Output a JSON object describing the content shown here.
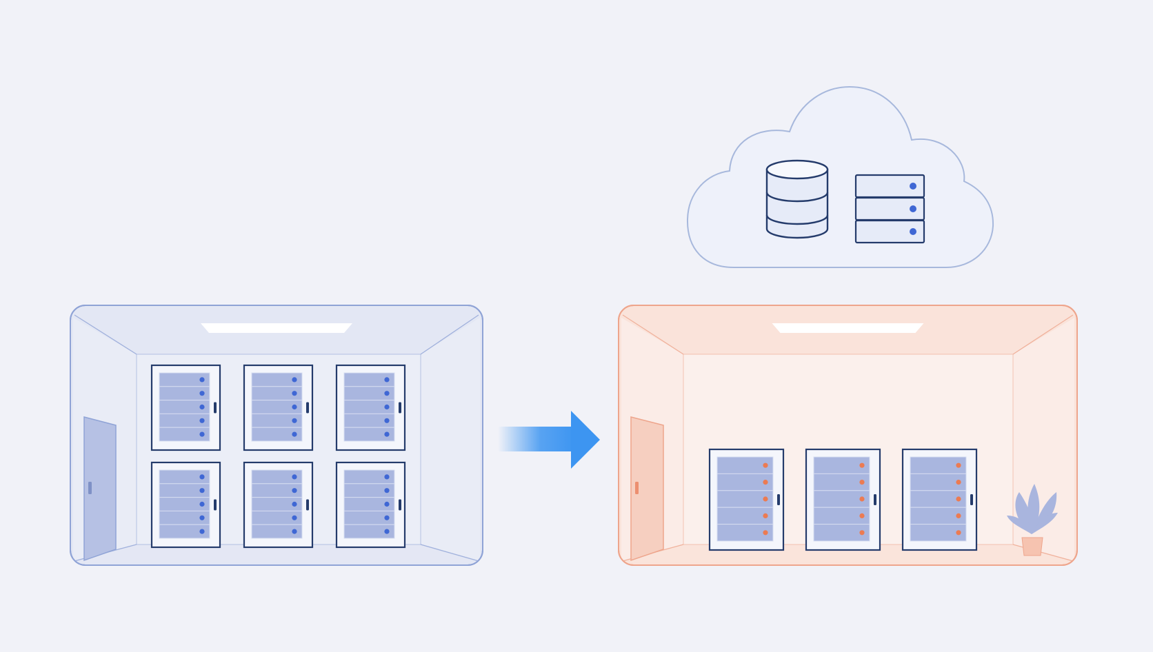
{
  "diagram": {
    "background": "#f1f2f8",
    "colors": {
      "blue_outline": "#8fa3d6",
      "blue_fill": "#e3e7f4",
      "blue_back_wall": "#ebeef7",
      "rack_outline": "#243b6b",
      "rack_slot": "#a9b6df",
      "blue_led": "#3f67d4",
      "orange_outline": "#eea58c",
      "orange_fill": "#fae3da",
      "orange_back_wall": "#fbf0ec",
      "orange_led": "#ec7b52",
      "arrow": "#3d95f1",
      "cloud_outline": "#a7b8dc",
      "cloud_fill": "#eef1fa",
      "plant_leaf": "#a9b5de",
      "plant_pot": "#f6c3b0"
    },
    "left_room": {
      "name": "on-premises-server-room",
      "rack_rows": 2,
      "racks_per_row": 3,
      "leds_per_rack": 5
    },
    "transition": {
      "icon": "right-arrow-icon"
    },
    "right_room": {
      "name": "reduced-server-room",
      "rack_rows": 1,
      "racks_per_row": 3,
      "leds_per_rack": 5,
      "has_plant": true
    },
    "cloud": {
      "icon": "cloud-icon",
      "contents": [
        "database-icon",
        "server-stack-icon"
      ]
    }
  }
}
